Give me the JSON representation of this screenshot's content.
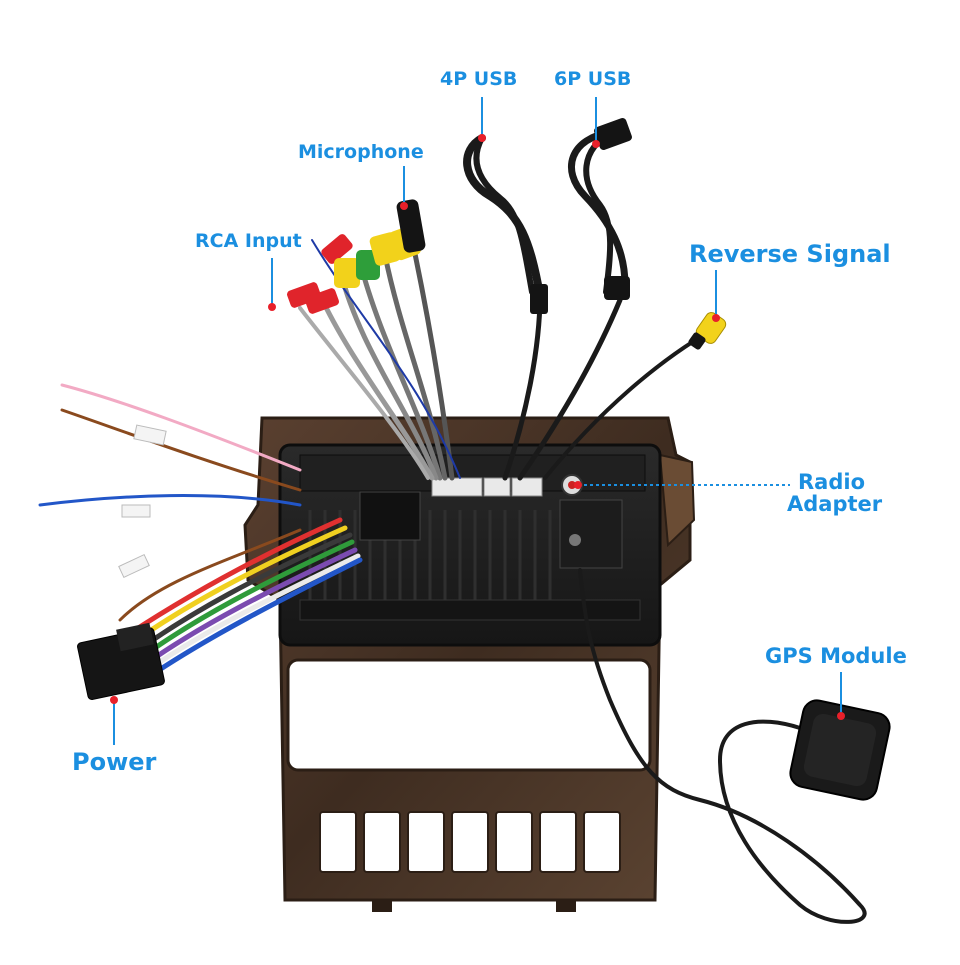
{
  "labels": {
    "usb4": "4P USB",
    "usb6": "6P USB",
    "microphone": "Microphone",
    "rca_input": "RCA Input",
    "reverse_signal": "Reverse Signal",
    "radio_adapter_line1": "Radio",
    "radio_adapter_line2": "Adapter",
    "gps_module": "GPS Module",
    "power": "Power"
  },
  "colors": {
    "label_text": "#1b8fe0",
    "leader_line": "#1b8fe0",
    "marker_dot": "#e8202a",
    "frame": "#4a3526",
    "frame_edge": "#2b1e15",
    "cable_black": "#1a1a1a",
    "rca_red": "#e0242b",
    "rca_yellow": "#f2d21b",
    "rca_green": "#2e9e3a"
  }
}
